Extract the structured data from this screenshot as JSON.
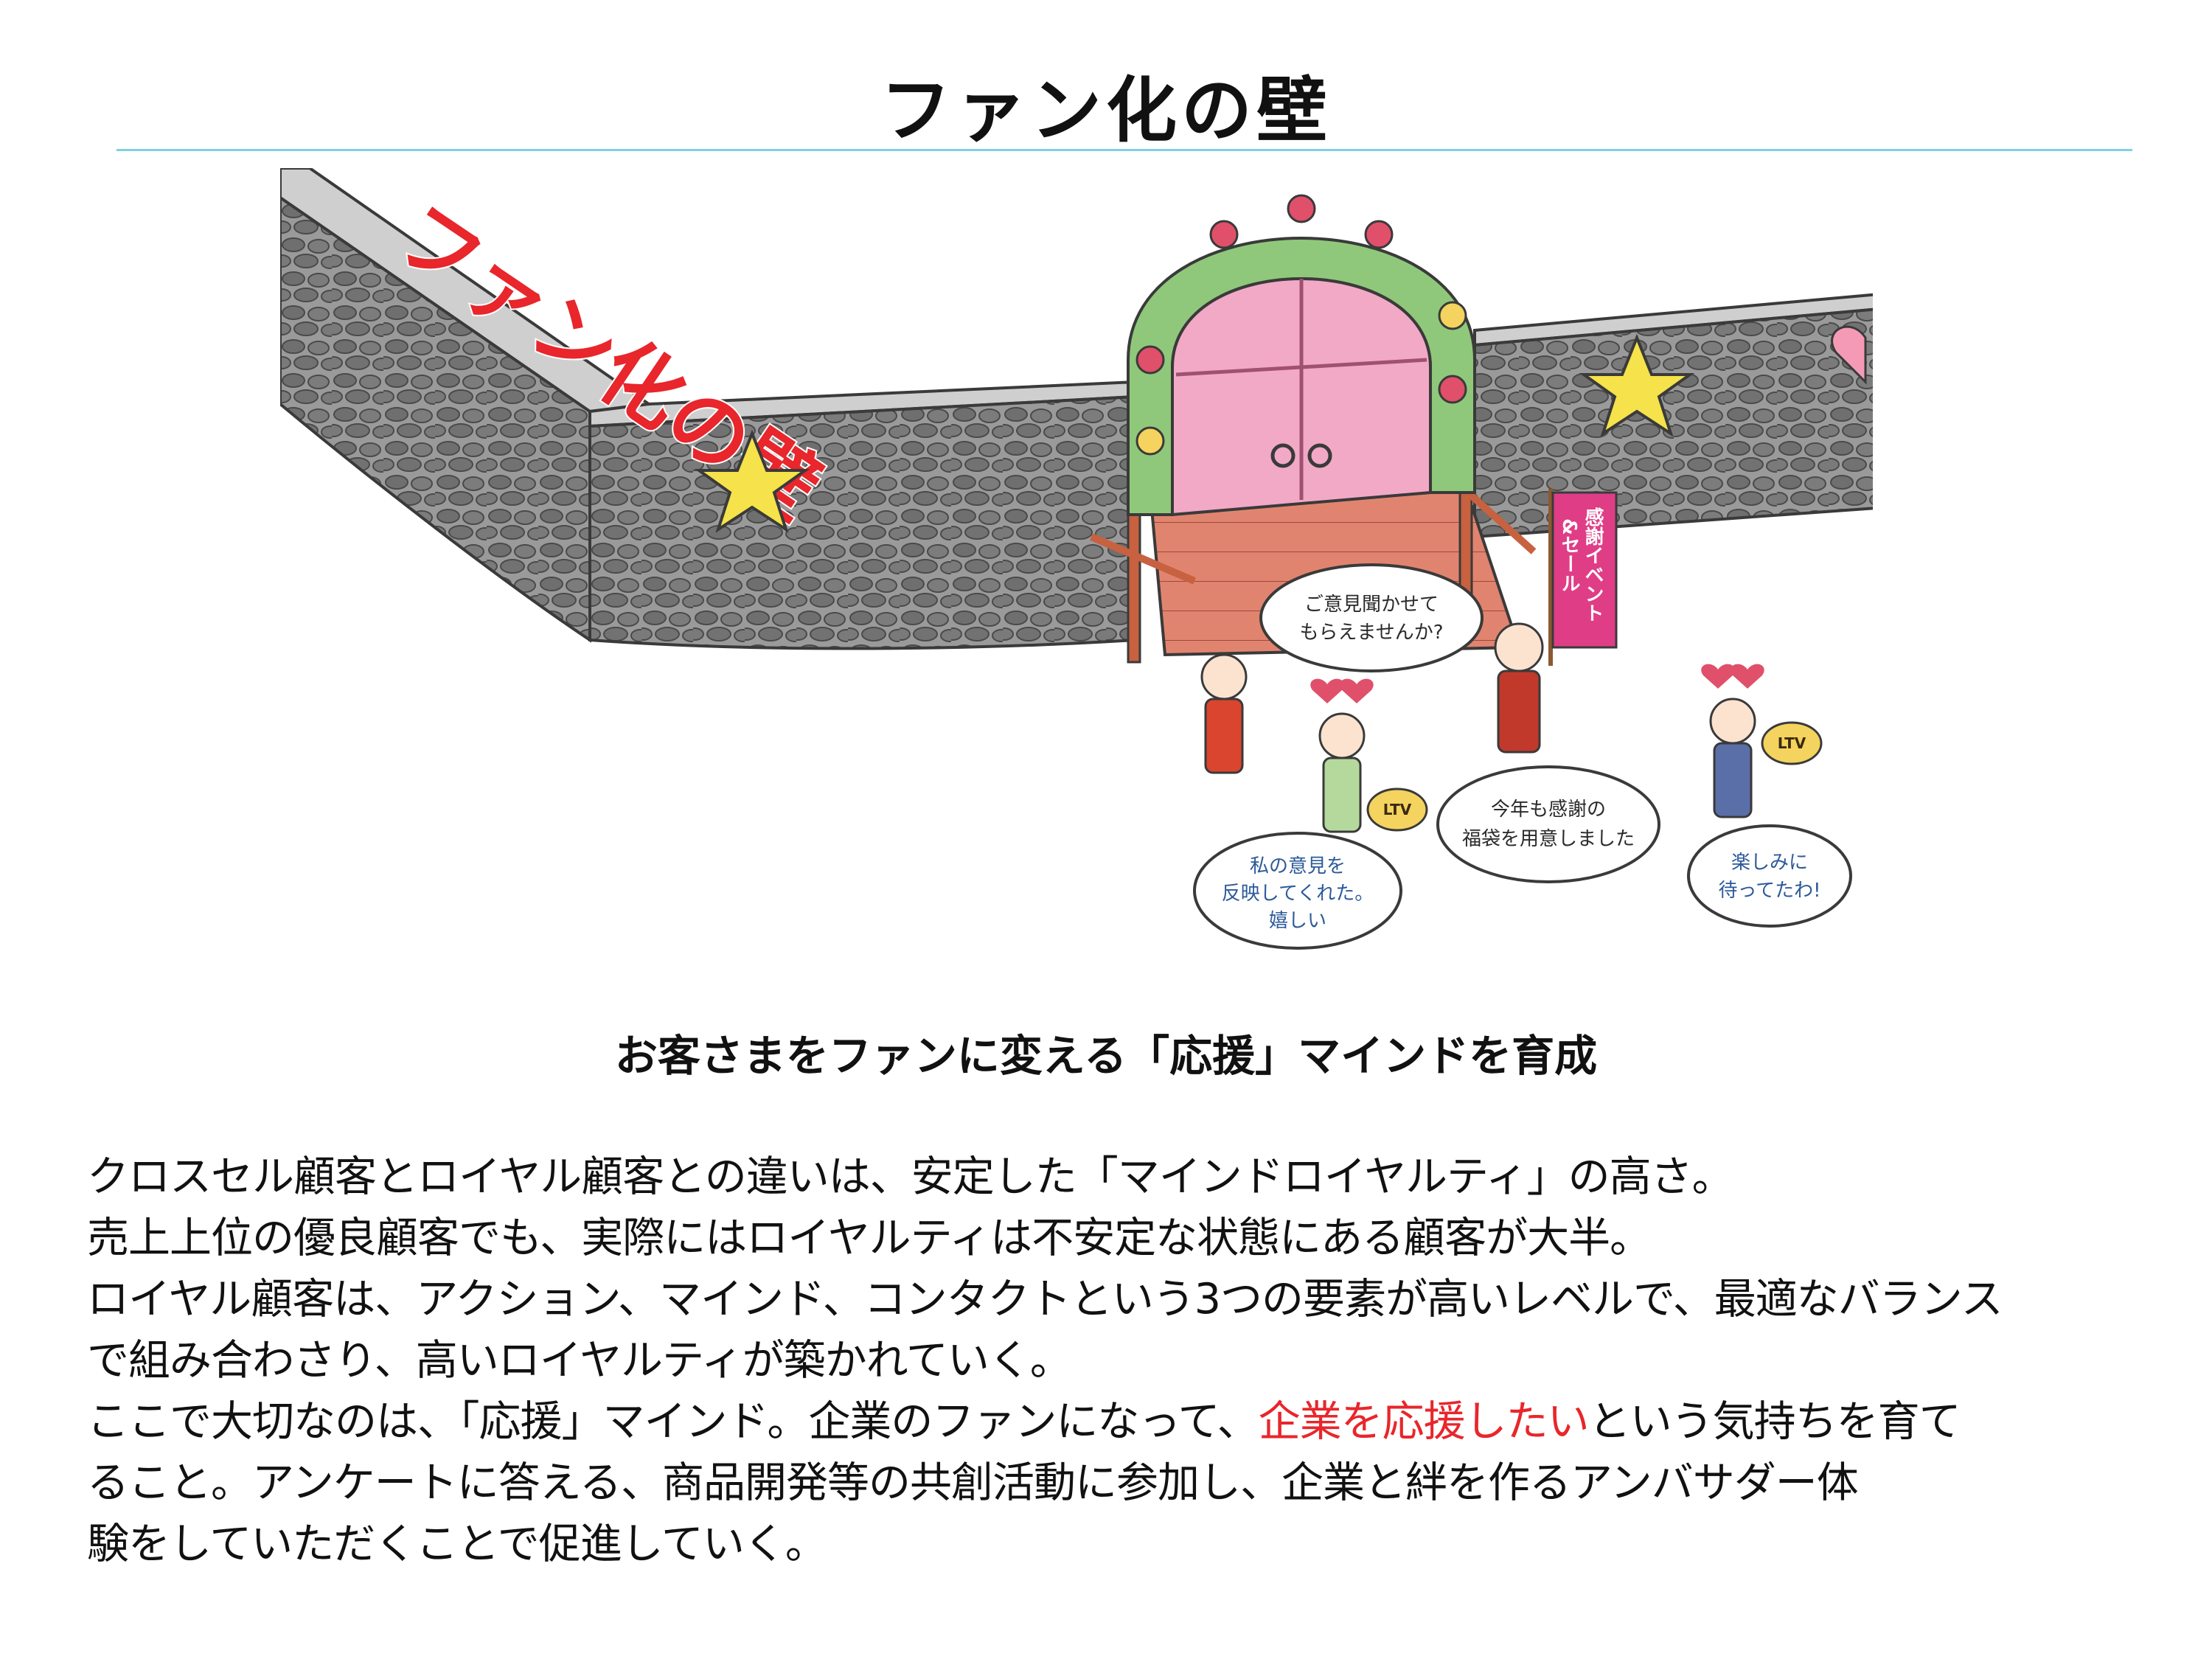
{
  "page": {
    "title": "ファン化の壁",
    "subtitle": "お客さまをファンに変える「応援」マインドを育成",
    "body": [
      "クロスセル顧客とロイヤル顧客との違いは、安定した「マインドロイヤルティ」の高さ。",
      "売上上位の優良顧客でも、実際にはロイヤルティは不安定な状態にある顧客が大半。",
      "ロイヤル顧客は、アクション、マインド、コンタクトという3つの要素が高いレベルで、最適なバランス",
      "で組み合わさり、高いロイヤルティが築かれていく。",
      "ここで大切なのは、「応援」マインド。企業のファンになって、"
    ],
    "body_highlight": "企業を応援したい",
    "body_after_highlight": "という気持ちを育て",
    "body_tail": [
      "ること。アンケートに答える、商品開発等の共創活動に参加し、企業と絆を作るアンバサダー体",
      "験をしていただくことで促進していく。"
    ]
  },
  "illustration": {
    "wall_label": "ファン化の壁",
    "banner": [
      "感謝イベント",
      "&セール"
    ],
    "bubbles": {
      "top": [
        "ご意見聞かせて",
        "もらえませんか?"
      ],
      "center": [
        "今年も感謝の",
        "福袋を用意しました"
      ],
      "left": [
        "私の意見を",
        "反映してくれた。",
        "嬉しい"
      ],
      "right": [
        "楽しみに",
        "待ってたわ!"
      ]
    },
    "ltv_label": "LTV"
  },
  "colors": {
    "accent_rule": "#7fd0de",
    "highlight": "#e8262b",
    "wall_stone": "#8d8d8d",
    "door_pink": "#f2a9c6",
    "arch_green": "#8fc87a",
    "banner_pink": "#e03d87",
    "star_yellow": "#f6e24a"
  }
}
